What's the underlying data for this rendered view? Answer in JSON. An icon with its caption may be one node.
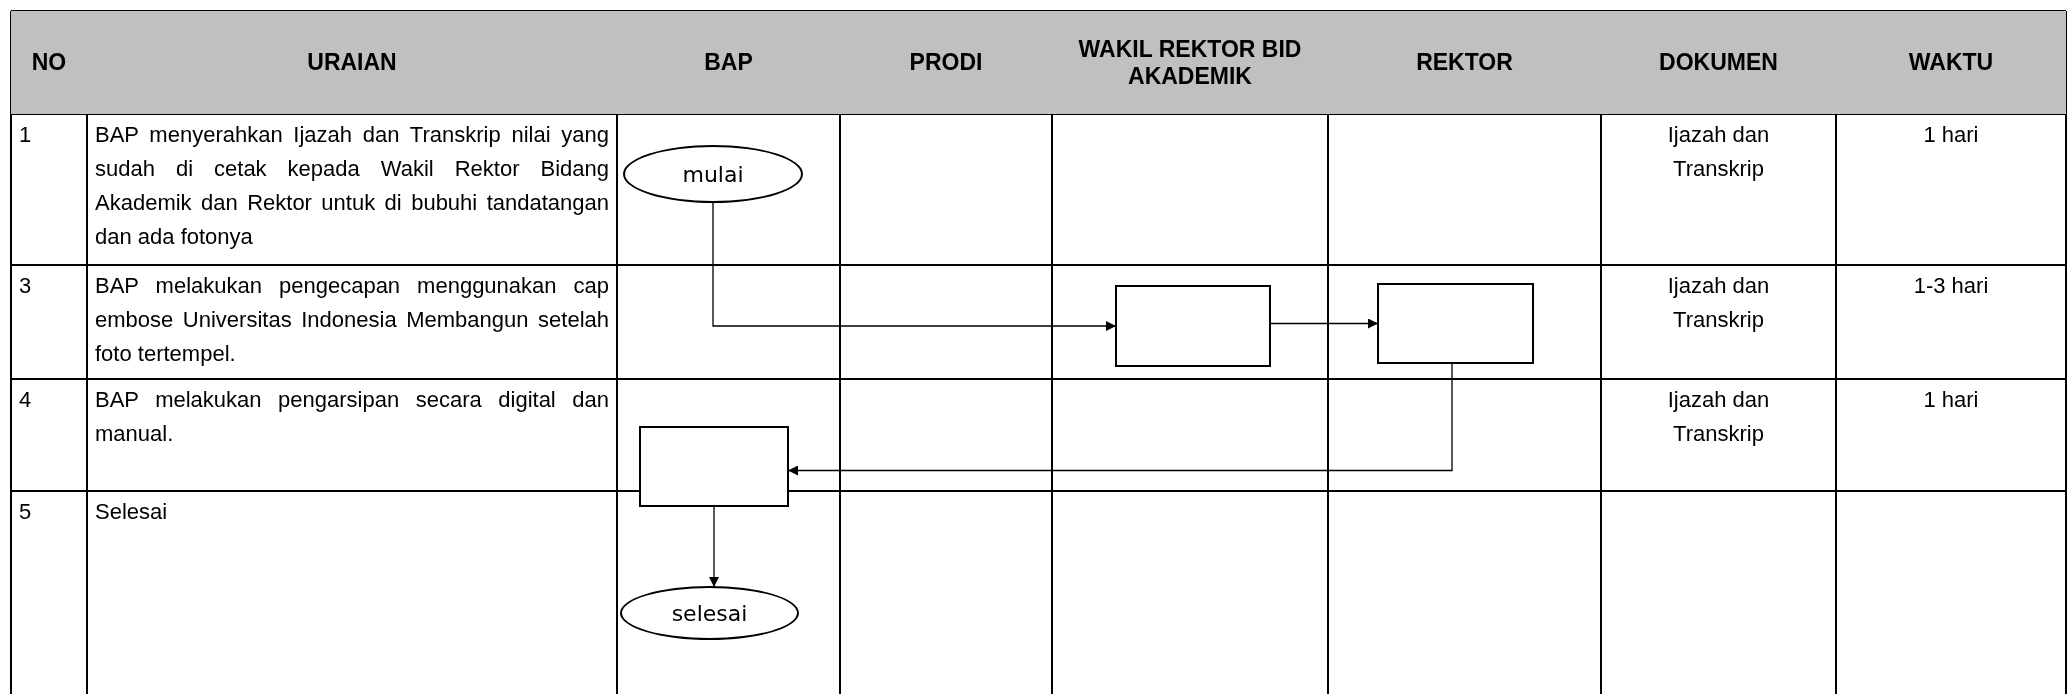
{
  "diagram": {
    "nodes": [
      {
        "text": [
          "mulai"
        ]
      },
      {
        "text": [],
        "shape": "box"
      },
      {
        "text": [],
        "shape": "box"
      },
      {
        "text": [],
        "shape": "box"
      },
      {
        "text": [
          "selesai"
        ]
      }
    ],
    "edges": [
      {
        "from": 0,
        "to": 1,
        "arrow": "to"
      },
      {
        "from": 1,
        "to": 2,
        "arrow": "to"
      },
      {
        "from": 2,
        "to": 3,
        "arrow": "to"
      },
      {
        "from": 3,
        "to": 4,
        "arrow": "to"
      }
    ],
    "labels": [
      "NO",
      "URAIAN",
      "BAP",
      "PRODI",
      "WAKIL REKTOR BID AKADEMIK",
      "REKTOR",
      "DOKUMEN",
      "WAKTU",
      "1",
      "BAP menyerahkan Ijazah dan Transkrip nilai yang sudah di cetak kepada Wakil Rektor Bidang Akademik dan Rektor untuk di bubuhi tandatangan dan ada fotonya",
      "Ijazah dan Transkrip",
      "1 hari",
      "3",
      "BAP melakukan pengecapan menggunakan cap embose Universitas Indonesia Membangun setelah foto tertempel.",
      "Ijazah dan Transkrip",
      "1-3 hari",
      "4",
      "BAP melakukan pengarsipan secara digital dan manual.",
      "Ijazah dan Transkrip",
      "1 hari",
      "5",
      "Selesai"
    ]
  }
}
